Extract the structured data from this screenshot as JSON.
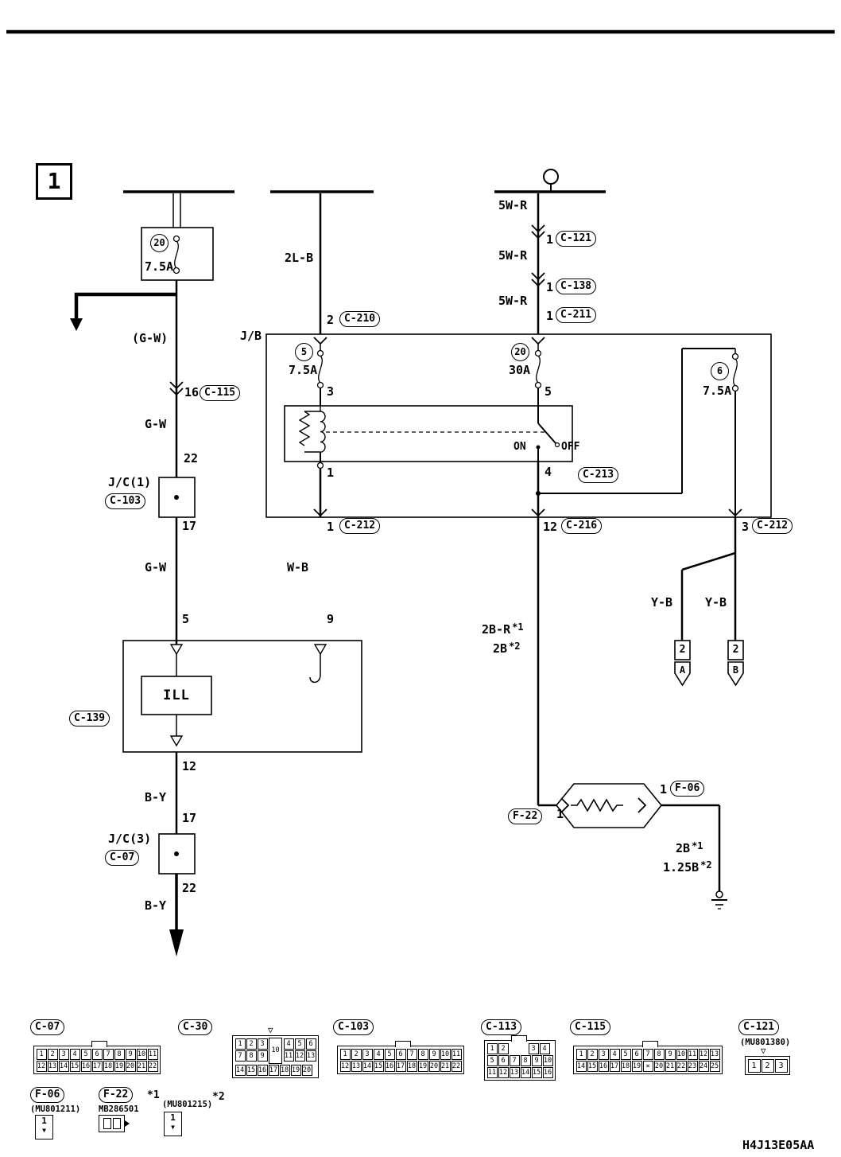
{
  "page": {
    "figure": "1",
    "code": "H4J13E05AA"
  },
  "jb_label": "J/B",
  "icons": {
    "notch": "▽",
    "down_arrow": "▼"
  },
  "left": {
    "fuse_num": "20",
    "fuse_amp": "7.5A",
    "wire_gw_paren": "(G-W)",
    "pin_16": "16",
    "c115": "C-115",
    "wire_gw_1": "G-W",
    "pin_22": "22",
    "jc1_label": "J/C(1)",
    "c103": "C-103",
    "pin_17": "17",
    "wire_gw_2": "G-W",
    "pin_5": "5",
    "ill_label": "ILL",
    "c139": "C-139",
    "pin_12": "12",
    "wire_by_1": "B-Y",
    "pin_17b": "17",
    "jc3_label": "J/C(3)",
    "c07": "C-07",
    "pin_22b": "22",
    "wire_by_2": "B-Y"
  },
  "middle": {
    "wire_2lb": "2L-B",
    "pin_2": "2",
    "c210": "C-210",
    "fuse_num": "5",
    "fuse_amp": "7.5A",
    "pin_3": "3",
    "pin_1": "1",
    "pin_1b": "1",
    "c212": "C-212",
    "wire_wb": "W-B",
    "pin_9": "9"
  },
  "right": {
    "wire_5wr_1": "5W-R",
    "pin_c121": "1",
    "c121": "C-121",
    "wire_5wr_2": "5W-R",
    "pin_c138": "1",
    "c138": "C-138",
    "wire_5wr_3": "5W-R",
    "pin_c211": "1",
    "c211": "C-211",
    "fuse30_num": "20",
    "fuse30_amp": "30A",
    "pin_5": "5",
    "sw_on": "ON",
    "sw_off": "OFF",
    "pin_4": "4",
    "c213": "C-213",
    "fuse6_num": "6",
    "fuse6_amp": "7.5A",
    "pin_12": "12",
    "c216": "C-216",
    "pin_3": "3",
    "c212": "C-212",
    "wire_yb_1": "Y-B",
    "wire_yb_2": "Y-B",
    "term_a_pin": "2",
    "term_a": "A",
    "term_b_pin": "2",
    "term_b": "B",
    "wire_2br": "2B-R",
    "star_1": "*1",
    "wire_2b": "2B",
    "star_2": "*2",
    "f22": "F-22",
    "f22_pin": "1",
    "f06_pin": "1",
    "f06": "F-06",
    "wire_2b_out": "2B",
    "star_1b": "*1",
    "wire_125b": "1.25B",
    "star_2b": "*2"
  },
  "connectors": {
    "c07": {
      "name": "C-07",
      "row1": [
        "1",
        "2",
        "3",
        "4",
        "5",
        "6",
        "7",
        "8",
        "9",
        "10",
        "11"
      ],
      "row2": [
        "12",
        "13",
        "14",
        "15",
        "16",
        "17",
        "18",
        "19",
        "20",
        "21",
        "22"
      ]
    },
    "c30": {
      "name": "C-30",
      "row1l": [
        "1",
        "2",
        "3"
      ],
      "row1r": [
        "4",
        "5",
        "6"
      ],
      "row2l": [
        "7",
        "8",
        "9"
      ],
      "tab": "10",
      "row2r": [
        "11",
        "12",
        "13"
      ],
      "row3": [
        "14",
        "15",
        "16",
        "17",
        "18",
        "19",
        "20"
      ]
    },
    "c103": {
      "name": "C-103",
      "row1": [
        "1",
        "2",
        "3",
        "4",
        "5",
        "6",
        "7",
        "8",
        "9",
        "10",
        "11"
      ],
      "row2": [
        "12",
        "13",
        "14",
        "15",
        "16",
        "17",
        "18",
        "19",
        "20",
        "21",
        "22"
      ]
    },
    "c113": {
      "name": "C-113",
      "row1l": [
        "1",
        "2"
      ],
      "row1r": [
        "3",
        "4"
      ],
      "row2": [
        "5",
        "6",
        "7",
        "8",
        "9",
        "10"
      ],
      "row3": [
        "11",
        "12",
        "13",
        "14",
        "15",
        "16"
      ]
    },
    "c115": {
      "name": "C-115",
      "row1": [
        "1",
        "2",
        "3",
        "4",
        "5",
        "6",
        "7",
        "8",
        "9",
        "10",
        "11",
        "12",
        "13"
      ],
      "row2": [
        "14",
        "15",
        "16",
        "17",
        "18",
        "19",
        "✕",
        "20",
        "21",
        "22",
        "23",
        "24",
        "25"
      ]
    },
    "c121": {
      "name": "C-121",
      "part": "(MU801380)",
      "row1": [
        "1",
        "2",
        "3"
      ]
    },
    "f06": {
      "name": "F-06",
      "part": "(MU801211)",
      "pin": "1"
    },
    "f22": {
      "name": "F-22",
      "star1": "*1",
      "part1": "MB286501",
      "part2": "(MU801215)",
      "star2": "*2",
      "pin": "1"
    }
  }
}
